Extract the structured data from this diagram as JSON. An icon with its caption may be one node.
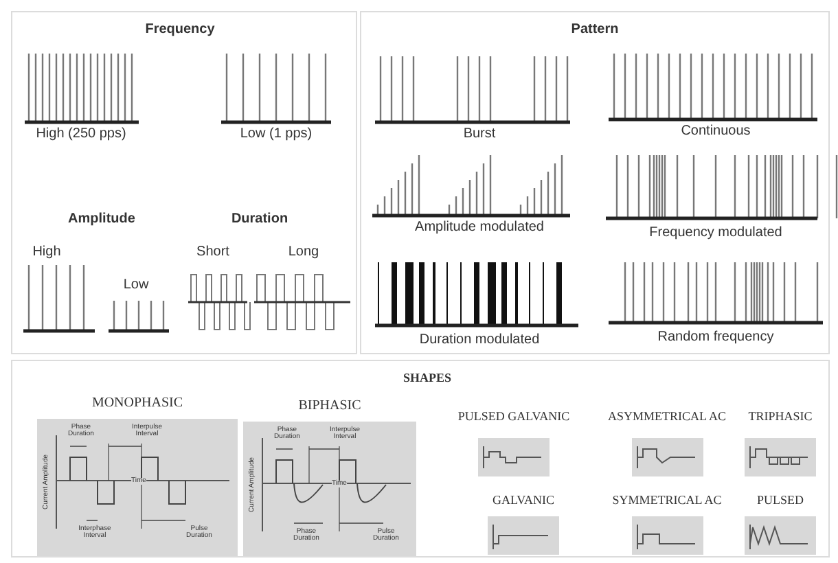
{
  "diagram": {
    "nodes": [
      {
        "text": [
          "Frequency",
          "High (250 pps)",
          "Low (1 pps)",
          "Amplitude",
          "High",
          "Low",
          "Duration",
          "Short",
          "Long"
        ]
      },
      {
        "text": [
          "Pattern",
          "Burst",
          "Continuous",
          "Amplitude modulated",
          "Frequency modulated",
          "Duration modulated",
          "Random frequency"
        ]
      },
      {
        "text": [
          "SHAPES"
        ]
      },
      {
        "text": [
          "MONOPHASIC",
          "Phase Duration",
          "Interpulse Interval",
          "Time",
          "Interphase Interval",
          "Pulse Duration",
          "Current Amplitude"
        ],
        "in": 2
      },
      {
        "text": [
          "BIPHASIC",
          "Phase Duration",
          "Interpulse Interval",
          "Time",
          "Phase Duration",
          "Pulse Duration",
          "Current Amplitude"
        ],
        "in": 2
      },
      {
        "text": [
          "PULSED GALVANIC"
        ],
        "in": 2
      },
      {
        "text": [
          "ASYMMETRICAL AC"
        ],
        "in": 2
      },
      {
        "text": [
          "TRIPHASIC"
        ],
        "in": 2
      },
      {
        "text": [
          "GALVANIC"
        ],
        "in": 2
      },
      {
        "text": [
          "SYMMETRICAL AC"
        ],
        "in": 2
      },
      {
        "text": [
          "PULSED"
        ],
        "in": 2
      }
    ]
  }
}
